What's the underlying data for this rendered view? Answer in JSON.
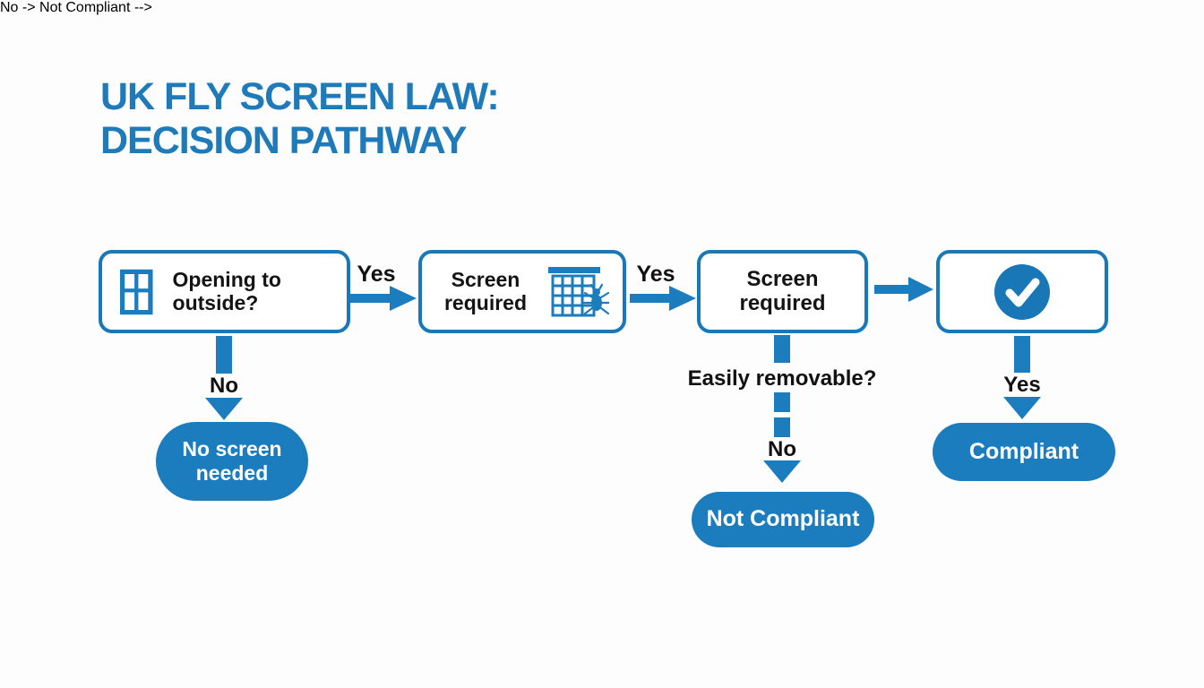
{
  "title": {
    "line1": "UK FLY SCREEN LAW:",
    "line2": "DECISION PATHWAY"
  },
  "colors": {
    "primary_blue": "#1b7dbe",
    "box_border_blue": "#1878b8",
    "title_blue": "#1e7ab8",
    "text_dark": "#141414",
    "text_white": "#ffffff",
    "background": "#fdfdfd"
  },
  "flow": {
    "boxes": [
      {
        "id": "opening-to-outside",
        "label": "Opening to outside?",
        "icon": "window-icon"
      },
      {
        "id": "screen-required-1",
        "label": "Screen required",
        "icon": "fly-screen-icon"
      },
      {
        "id": "screen-required-2",
        "label": "Screen required"
      },
      {
        "id": "compliant-check",
        "label": "",
        "icon": "checkmark-icon"
      }
    ],
    "arrows": [
      {
        "from": "opening-to-outside",
        "to": "screen-required-1",
        "label": "Yes"
      },
      {
        "from": "screen-required-1",
        "to": "screen-required-2",
        "label": "Yes"
      },
      {
        "from": "screen-required-2",
        "to": "compliant-check",
        "label": ""
      }
    ],
    "branches": [
      {
        "from": "opening-to-outside",
        "connector": "solid",
        "label": "No",
        "result": "No screen needed"
      },
      {
        "from": "screen-required-2",
        "connector": "dashed",
        "question": "Easily removable?",
        "label": "No",
        "result": "Not Compliant"
      },
      {
        "from": "compliant-check",
        "connector": "solid",
        "label": "Yes",
        "result": "Compliant"
      }
    ]
  }
}
